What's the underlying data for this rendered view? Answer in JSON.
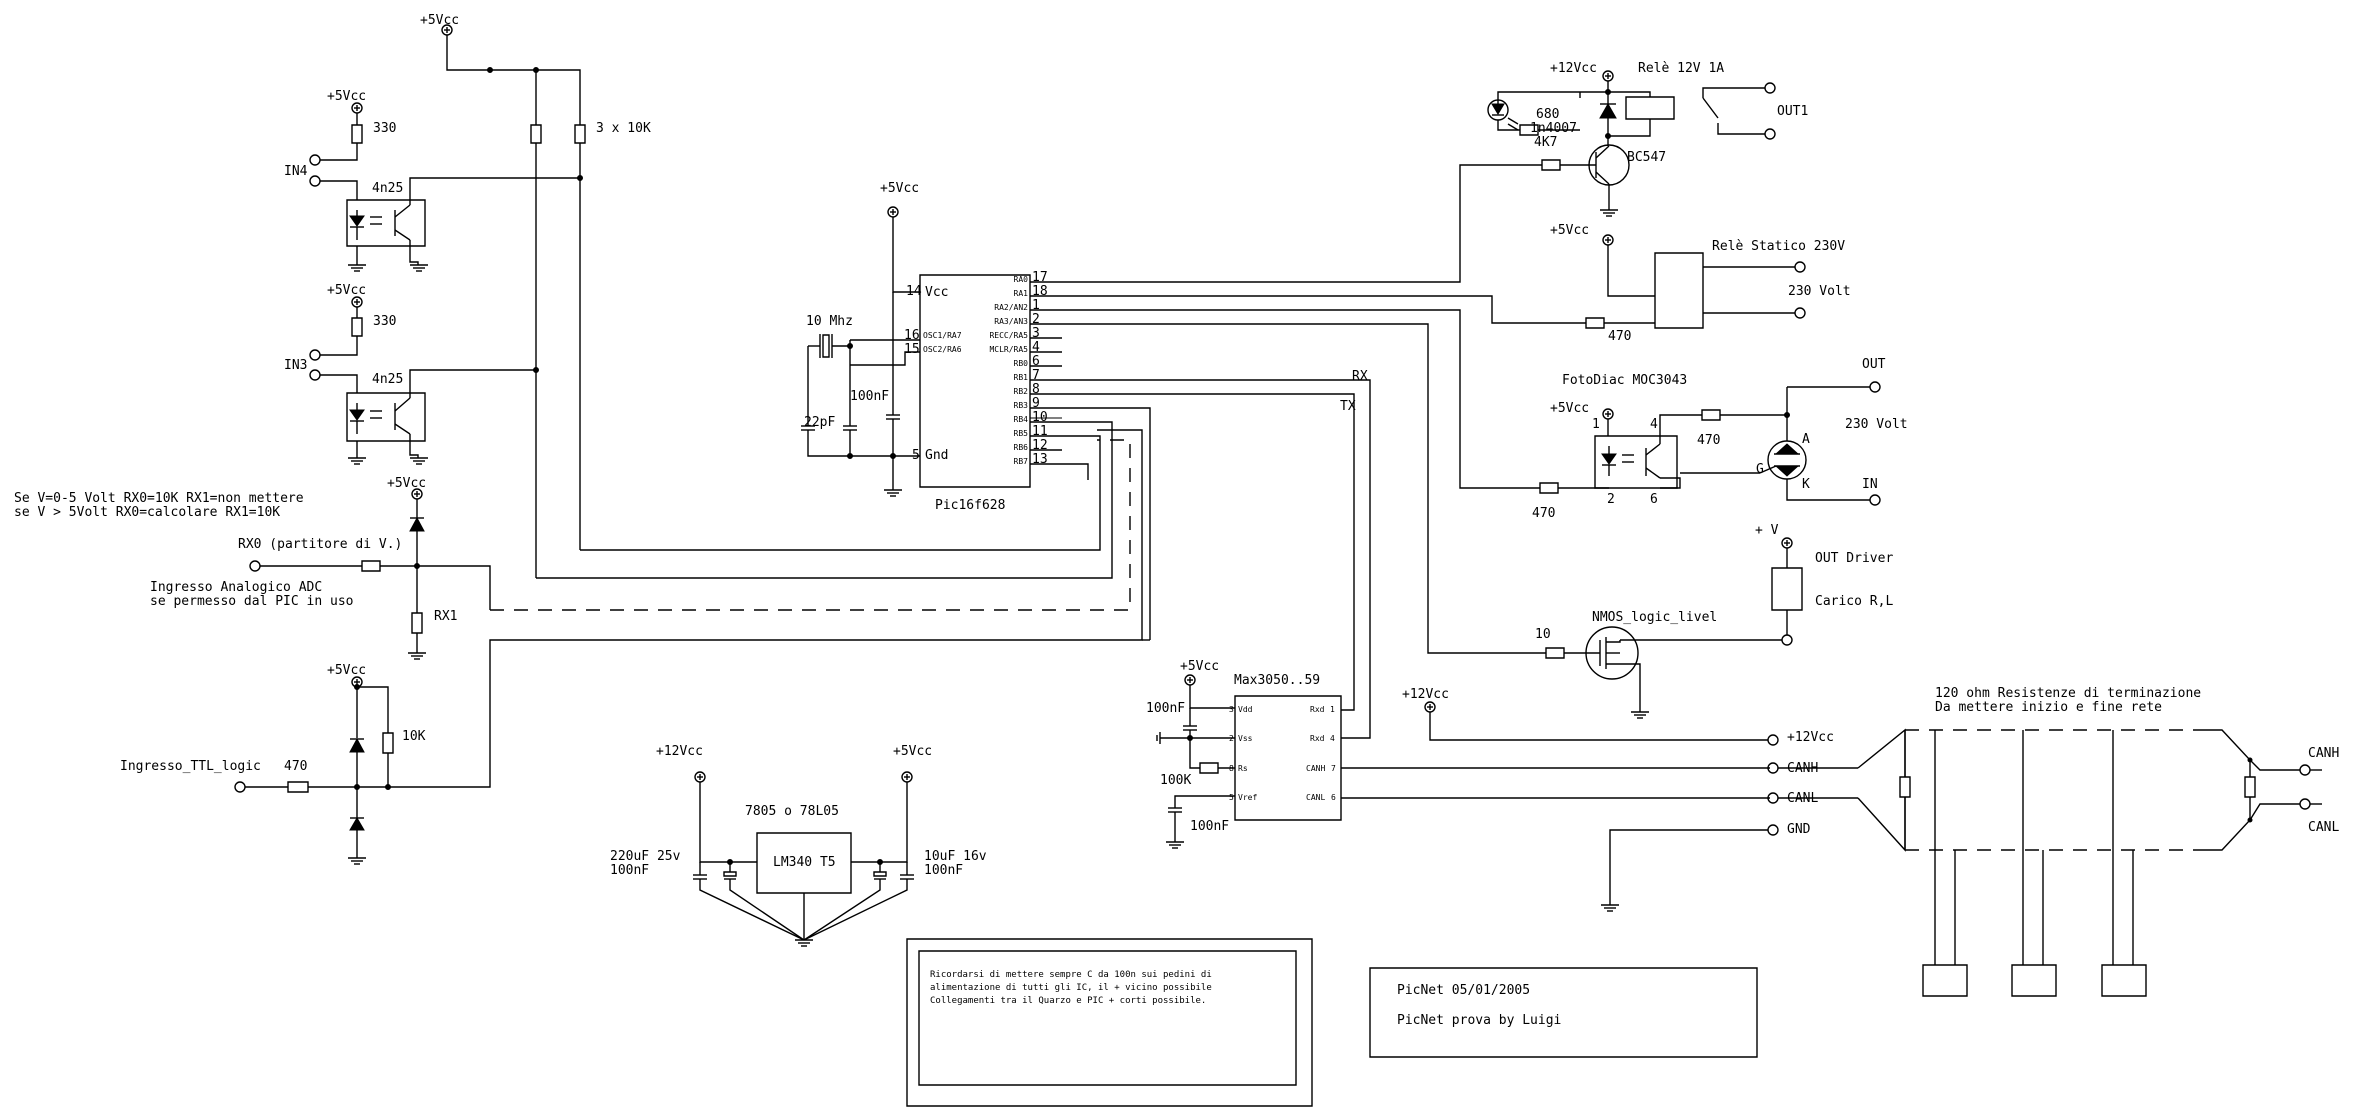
{
  "labels": {
    "vcc5_top": "+5Vcc",
    "vcc5_in4": "+5Vcc",
    "r330_in4": "330",
    "in4": "IN4",
    "opto_in4": "4n25",
    "vcc5_in3": "+5Vcc",
    "r330_in3": "330",
    "in3": "IN3",
    "opto_in3": "4n25",
    "rpack": "3 x 10K",
    "note_rx_1": "Se V=0-5 Volt RX0=10K  RX1=non mettere",
    "note_rx_2": "se V > 5Volt RX0=calcolare  RX1=10K",
    "vcc5_adc": "+5Vcc",
    "rx0_label": "RX0 (partitore di V.)",
    "adc_1": "Ingresso Analogico  ADC",
    "adc_2": "se permesso dal PIC in uso",
    "rx1": "RX1",
    "vcc5_ttl": "+5Vcc",
    "r10k_ttl": "10K",
    "ttl_in": "Ingresso_TTL_logic",
    "r470_ttl": "470",
    "vcc5_pic": "+5Vcc",
    "xtal": "10 Mhz",
    "c22": "22pF",
    "c100_pic": "100nF",
    "pic_name": "Pic16f628",
    "pic_vcc": "Vcc",
    "pic_gnd": "Gnd",
    "rx": "RX",
    "tx": "TX",
    "vcc12_rel": "+12Vcc",
    "rele": "Relè 12V 1A",
    "r680": "680",
    "d4007": "1n4007",
    "r4k7": "4K7",
    "bc547": "BC547",
    "out1": "OUT1",
    "vcc5_ssr": "+5Vcc",
    "ssr": "Relè Statico  230V",
    "ssr_volt": "230 Volt",
    "r470_ssr": "470",
    "fotodiac": "FotoDiac MOC3043",
    "vcc5_moc": "+5Vcc",
    "r470_triac": "470",
    "out": "OUT",
    "v230": "230 Volt",
    "in": "IN",
    "r470_moc": "470",
    "triac_a": "A",
    "triac_k": "K",
    "triac_g": "G",
    "plus_v": "+ V",
    "out_driver": "OUT Driver",
    "carico": "Carico R,L",
    "nmos": "NMOS_logic_livel",
    "r10_nmos": "10",
    "vcc5_max": "+5Vcc",
    "max_name": "Max3050..59",
    "c100_max1": "100nF",
    "r100k": "100K",
    "c100_max2": "100nF",
    "vcc12_bus": "+12Vcc",
    "term_1": "120 ohm Resistenze di terminazione",
    "term_2": "Da mettere inizio e fine rete",
    "bus_12": "+12Vcc",
    "bus_canh": "CANH",
    "bus_canl": "CANL",
    "bus_gnd": "GND",
    "canh_r": "CANH",
    "canl_r": "CANL",
    "vcc12_reg": "+12Vcc",
    "vcc5_reg": "+5Vcc",
    "reg_type": "7805 o 78L05",
    "reg_name": "LM340 T5",
    "creg_in_1": "220uF 25v",
    "creg_in_2": "100nF",
    "creg_out_1": "10uF 16v",
    "creg_out_2": "100nF",
    "note_1": "Ricordarsi di mettere sempre C da 100n sui pedini di",
    "note_2": "alimentazione di tutti gli IC, il + vicino possibile",
    "note_3": "Collegamenti tra il Quarzo e PIC + corti possibile.",
    "title_1": "PicNet 05/01/2005",
    "title_2": "PicNet prova by   Luigi"
  },
  "pic_pins_right": [
    {
      "num": "17",
      "name": "RA0"
    },
    {
      "num": "18",
      "name": "RA1"
    },
    {
      "num": "1",
      "name": "RA2/AN2"
    },
    {
      "num": "2",
      "name": "RA3/AN3"
    },
    {
      "num": "3",
      "name": "RECC/RA5"
    },
    {
      "num": "4",
      "name": "MCLR/RA5"
    },
    {
      "num": "6",
      "name": "RB0"
    },
    {
      "num": "7",
      "name": "RB1"
    },
    {
      "num": "8",
      "name": "RB2"
    },
    {
      "num": "9",
      "name": "RB3"
    },
    {
      "num": "10",
      "name": "RB4"
    },
    {
      "num": "11",
      "name": "RB5"
    },
    {
      "num": "12",
      "name": "RB6"
    },
    {
      "num": "13",
      "name": "RB7"
    }
  ],
  "pic_pins_left": [
    {
      "num": "14",
      "name": ""
    },
    {
      "num": "16",
      "name": "OSC1/RA7"
    },
    {
      "num": "15",
      "name": "OSC2/RA6"
    },
    {
      "num": "5",
      "name": ""
    }
  ],
  "max_pins_left": [
    {
      "num": "3",
      "name": "Vdd"
    },
    {
      "num": "2",
      "name": "Vss"
    },
    {
      "num": "8",
      "name": "Rs"
    },
    {
      "num": "5",
      "name": "Vref"
    }
  ],
  "max_pins_right": [
    {
      "num": "1",
      "name": "Rxd"
    },
    {
      "num": "4",
      "name": "Rxd"
    },
    {
      "num": "7",
      "name": "CANH"
    },
    {
      "num": "6",
      "name": "CANL"
    }
  ]
}
